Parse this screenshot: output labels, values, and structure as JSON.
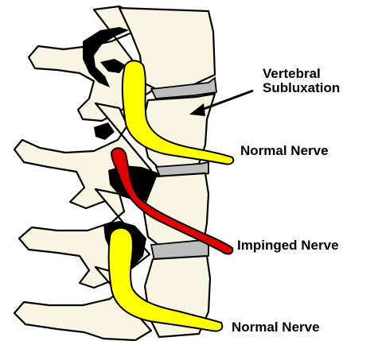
{
  "labels": {
    "subluxation_line1": "Vertebral",
    "subluxation_line2": "Subluxation",
    "normal_nerve_top": "Normal Nerve",
    "impinged_nerve": "Impinged Nerve",
    "normal_nerve_bottom": "Normal Nerve"
  },
  "colors": {
    "bone": "#f8f5e2",
    "outline": "#000000",
    "disc": "#bdbdbd",
    "normal_nerve": "#ffff00",
    "impinged_nerve": "#e00000",
    "background": "#ffffff"
  }
}
